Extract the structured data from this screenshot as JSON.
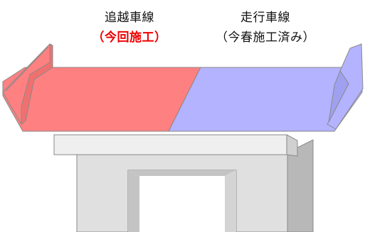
{
  "labels": {
    "left_lane": "追越車線",
    "left_status": "（今回施工）",
    "right_lane": "走行車線",
    "right_status": "（今春施工済み）"
  },
  "colors": {
    "left_deck": "#ff8080",
    "right_deck": "#b3b3ff",
    "pier": "#e0e0e0",
    "beam": "#efefef",
    "outline": "#8a8a8a",
    "highlight_text": "#ee0000"
  }
}
